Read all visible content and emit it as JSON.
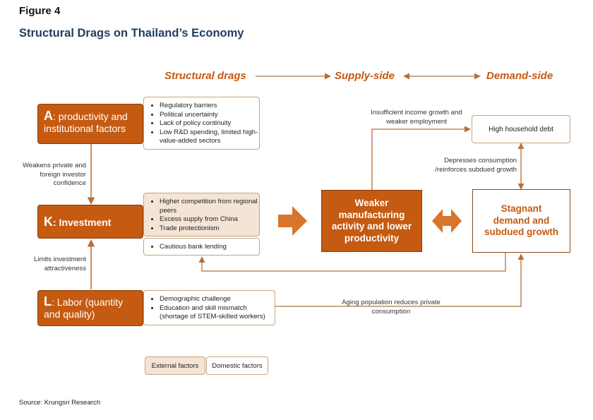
{
  "figure": {
    "label": "Figure 4",
    "title": "Structural Drags on Thailand’s Economy"
  },
  "headers": {
    "drags": "Structural drags",
    "supply": "Supply-side",
    "demand": "Demand-side"
  },
  "factors": {
    "a": {
      "letter": "A",
      "text": ": productivity and institutional factors",
      "items": [
        "Regulatory barriers",
        "Political uncertainty",
        "Lack of policy continuity",
        "Low R&D spending, limited high-value-added sectors"
      ]
    },
    "k": {
      "letter": "K",
      "text": ": Investment",
      "external_items": [
        "Higher competition from regional peers",
        "Excess supply from China",
        "Trade protectionism"
      ],
      "domestic_items": [
        "Cautious bank lending"
      ]
    },
    "l": {
      "letter": "L",
      "text": ": Labor (quantity and quality)",
      "items": [
        "Demographic challenge",
        "Education and skill mismatch (shortage of STEM-skilled workers)"
      ]
    }
  },
  "links": {
    "a_to_k": "Weakens private and foreign investor confidence",
    "l_to_k": "Limits investment attractiveness",
    "income": "Insufficient income growth and weaker employment",
    "consumption": "Depresses consumption /reinforces subdued growth",
    "aging": "Aging population reduces private consumption"
  },
  "outcomes": {
    "weaker": "Weaker manufacturing activity and lower productivity",
    "stagnant": "Stagnant demand and subdued growth",
    "debt": "High household debt"
  },
  "legend": {
    "external": "External factors",
    "domestic": "Domestic factors"
  },
  "source": "Source: Krungsri Research",
  "colors": {
    "accent": "#c55a11",
    "external_fill": "#f3e4d6",
    "title": "#1f3e5c"
  }
}
